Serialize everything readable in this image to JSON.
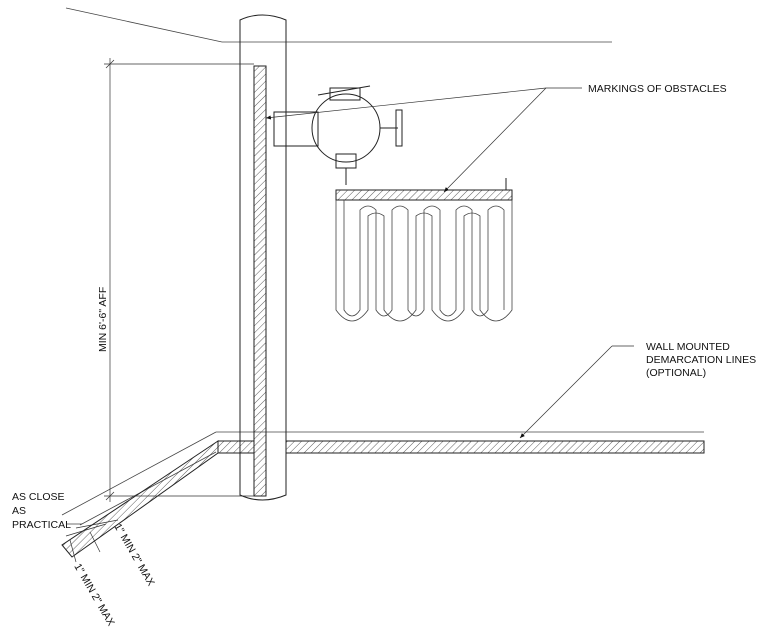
{
  "labels": {
    "markings": "MARKINGS OF OBSTACLES",
    "wall_line_1": "WALL MOUNTED",
    "wall_line_2": "DEMARCATION LINES",
    "wall_line_3": "(OPTIONAL)",
    "min_height": "MIN 6'-6\" AFF",
    "close_1": "AS CLOSE",
    "close_2": "AS",
    "close_3": "PRACTICAL",
    "gap_upper": "1\" MIN 2\" MAX",
    "gap_lower": "1\" MIN 2\" MAX"
  }
}
